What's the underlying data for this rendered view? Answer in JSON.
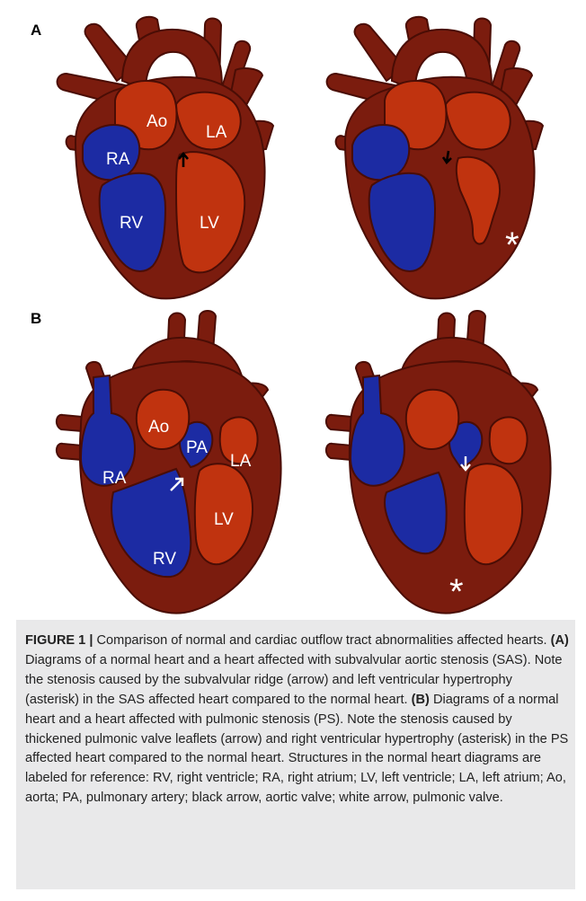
{
  "panels": {
    "a": "A",
    "b": "B"
  },
  "labels": {
    "ra": "RA",
    "rv": "RV",
    "la": "LA",
    "lv": "LV",
    "ao": "Ao",
    "pa": "PA",
    "asterisk": "*"
  },
  "colors": {
    "muscle": "#7b1c0e",
    "outline": "#4a0d05",
    "left_chamber": "#c0330f",
    "right_chamber": "#1c2ba3",
    "caption_bg": "#e9e9ea"
  },
  "caption": {
    "figure_label": "FIGURE 1 |",
    "intro": " Comparison of normal and cardiac outflow tract abnormalities affected hearts. ",
    "a_tag": "(A)",
    "a_text": " Diagrams of a normal heart and a heart affected with subvalvular aortic stenosis (SAS). Note the stenosis caused by the subvalvular ridge (arrow) and left ventricular hypertrophy (asterisk) in the SAS affected heart compared to the normal heart. ",
    "b_tag": "(B)",
    "b_text": " Diagrams of a normal heart and a heart affected with pulmonic stenosis (PS). Note the stenosis caused by thickened pulmonic valve leaflets (arrow) and right ventricular hypertrophy (asterisk) in the PS affected heart compared to the normal heart. Structures in the normal heart diagrams are labeled for reference: RV, right ventricle; RA, right atrium; LV, left ventricle; LA, left atrium; Ao, aorta; PA, pulmonary artery; black arrow, aortic valve; white arrow, pulmonic valve."
  }
}
